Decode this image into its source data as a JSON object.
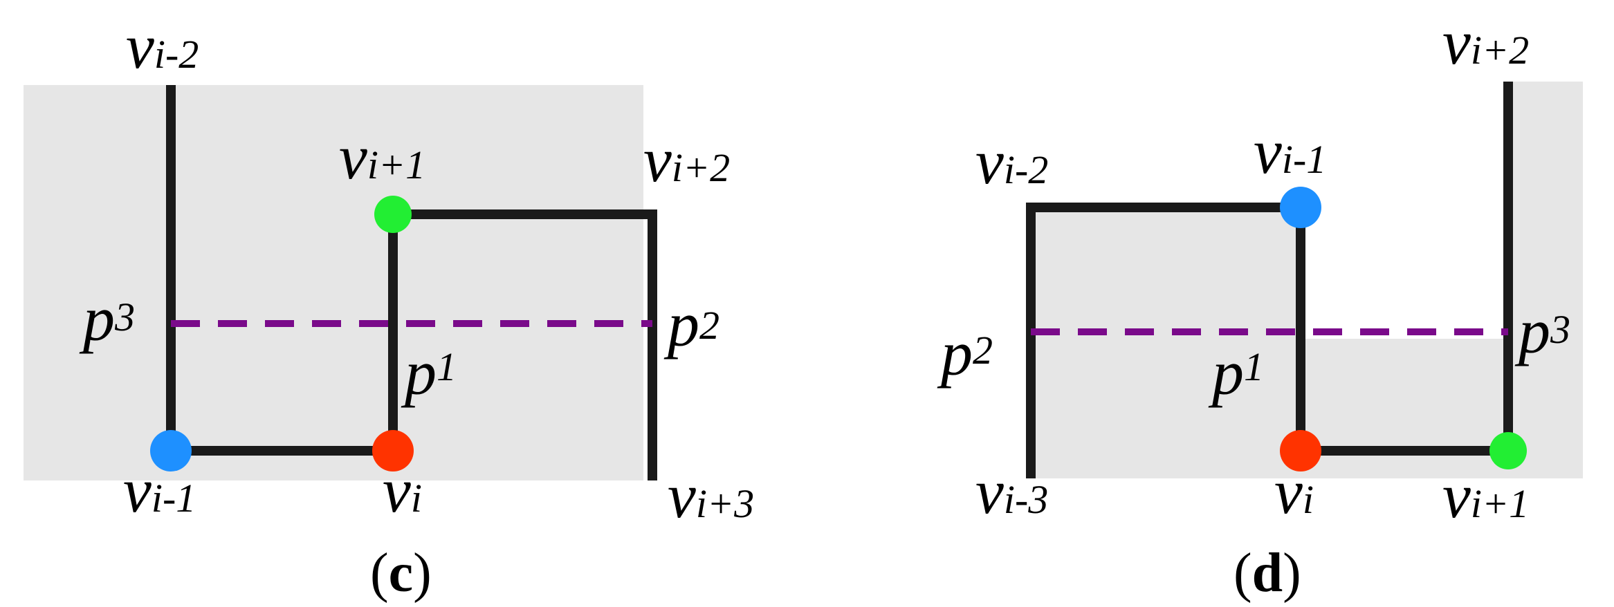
{
  "colors": {
    "region_fill": "#e6e6e6",
    "edge": "#1a1a1a",
    "dashed_line": "#7a0a8a",
    "node_blue": "#1e90ff",
    "node_red": "#ff3300",
    "node_green": "#22ee33"
  },
  "panels": [
    {
      "id": "c",
      "caption": {
        "open": "(",
        "letter": "c",
        "close": ")"
      },
      "labels": {
        "v_im2": {
          "base": "v",
          "sub": "i-2"
        },
        "v_ip1": {
          "base": "v",
          "sub": "i+1"
        },
        "v_ip2": {
          "base": "v",
          "sub": "i+2"
        },
        "p3": {
          "base": "p",
          "sub": "3"
        },
        "p2": {
          "base": "p",
          "sub": "2"
        },
        "p1": {
          "base": "p",
          "sub": "1"
        },
        "v_im1": {
          "base": "v",
          "sub": "i-1"
        },
        "v_i": {
          "base": "v",
          "sub": "i"
        },
        "v_ip3": {
          "base": "v",
          "sub": "i+3"
        }
      }
    },
    {
      "id": "d",
      "caption": {
        "open": "(",
        "letter": "d",
        "close": ")"
      },
      "labels": {
        "v_ip2": {
          "base": "v",
          "sub": "i+2"
        },
        "v_im2": {
          "base": "v",
          "sub": "i-2"
        },
        "v_im1": {
          "base": "v",
          "sub": "i-1"
        },
        "p2": {
          "base": "p",
          "sub": "2"
        },
        "p3": {
          "base": "p",
          "sub": "3"
        },
        "p1": {
          "base": "p",
          "sub": "1"
        },
        "v_im3": {
          "base": "v",
          "sub": "i-3"
        },
        "v_i": {
          "base": "v",
          "sub": "i"
        },
        "v_ip1": {
          "base": "v",
          "sub": "i+1"
        }
      }
    }
  ]
}
